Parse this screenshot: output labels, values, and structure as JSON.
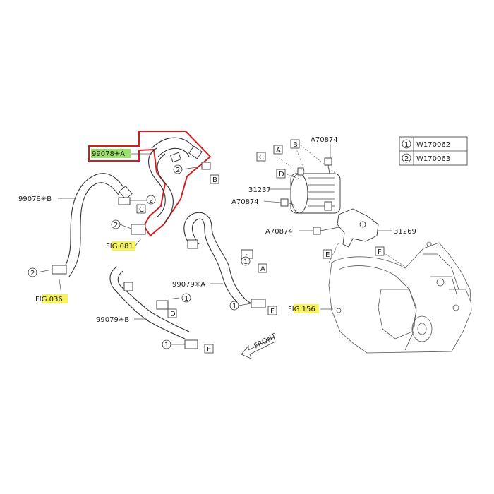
{
  "labels": {
    "hose_a_upper": "99078✳A",
    "hose_b_upper": "99078✳B",
    "hose_a_lower": "99079✳A",
    "hose_b_lower": "99079✳B",
    "fig_081": "FIG.081",
    "fig_036": "FIG.036",
    "fig_156": "FIG.156",
    "part_31237": "31237",
    "part_31269": "31269",
    "bolt_1": "A70874",
    "bolt_2": "A70874",
    "bolt_3": "A70874",
    "front": "FRONT"
  },
  "legend": [
    {
      "num": "1",
      "code": "W170062"
    },
    {
      "num": "2",
      "code": "W170063"
    }
  ],
  "letters": {
    "A": "A",
    "B": "B",
    "C": "C",
    "D": "D",
    "E": "E",
    "F": "F"
  },
  "circled": {
    "one": "1",
    "two": "2"
  },
  "colors": {
    "highlight_yellow": "#f7f35a",
    "highlight_green": "#9be06a",
    "selection_red": "#d21e1e"
  }
}
